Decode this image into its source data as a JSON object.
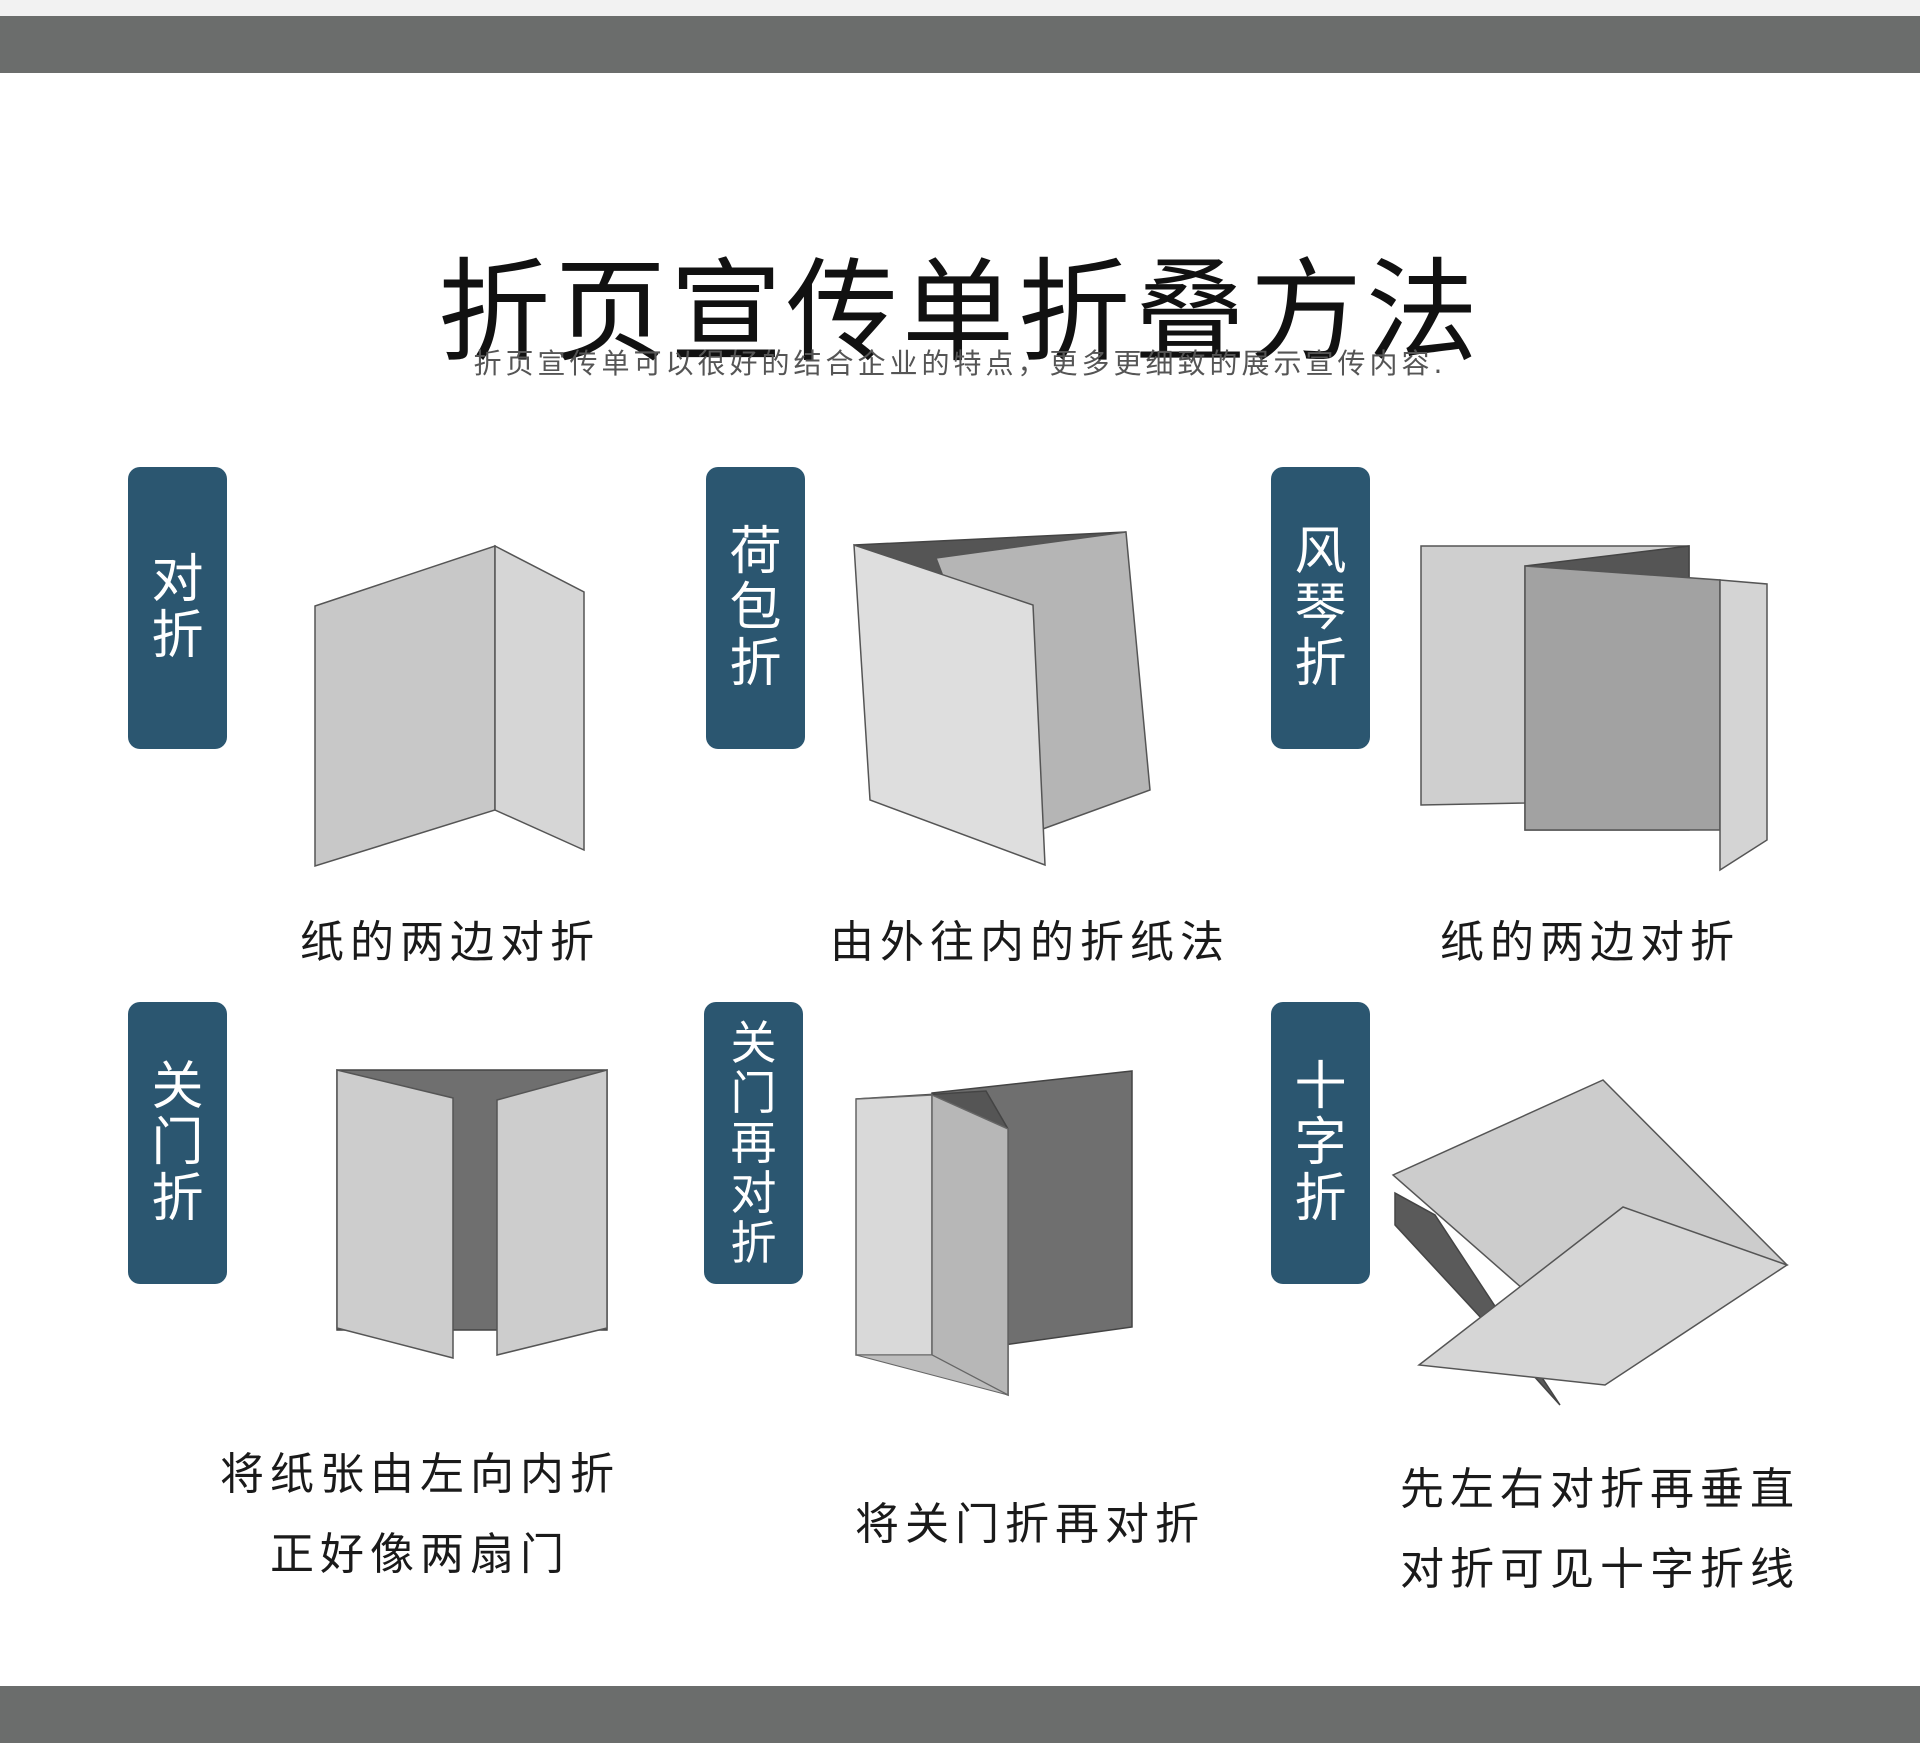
{
  "header": {
    "title": "折页宣传单折叠方法",
    "subtitle": "折页宣传单可以很好的结合企业的特点，更多更细致的展示宣传内容."
  },
  "methods": [
    {
      "label_chars": [
        "对",
        "折"
      ],
      "caption_lines": [
        "纸的两边对折"
      ]
    },
    {
      "label_chars": [
        "荷",
        "包",
        "折"
      ],
      "caption_lines": [
        "由外往内的折纸法"
      ]
    },
    {
      "label_chars": [
        "风",
        "琴",
        "折"
      ],
      "caption_lines": [
        "纸的两边对折"
      ]
    },
    {
      "label_chars": [
        "关",
        "门",
        "折"
      ],
      "caption_lines": [
        "将纸张由左向内折",
        "正好像两扇门"
      ]
    },
    {
      "label_chars": [
        "关",
        "门",
        "再",
        "对",
        "折"
      ],
      "caption_lines": [
        "将关门折再对折"
      ]
    },
    {
      "label_chars": [
        "十",
        "字",
        "折"
      ],
      "caption_lines": [
        "先左右对折再垂直",
        "对折可见十字折线"
      ]
    }
  ],
  "colors": {
    "badge": "#2b5670",
    "bar": "#6b6d6c",
    "panel_light": "#d8d8d8",
    "panel_mid": "#c4c4c4",
    "panel_dark": "#6f6f6f"
  }
}
